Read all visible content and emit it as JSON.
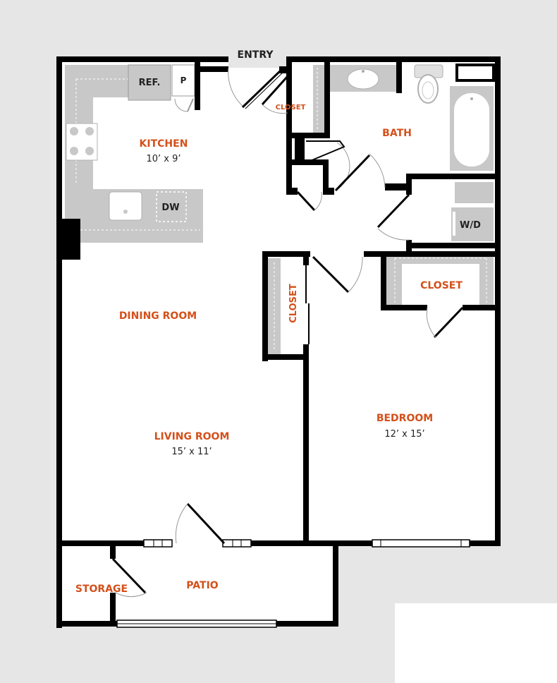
{
  "plan": {
    "entry": "ENTRY",
    "kitchen": {
      "name": "KITCHEN",
      "dims": "10’ x 9’"
    },
    "fixtures": {
      "ref": "REF.",
      "pantry": "P",
      "dw": "DW",
      "wd": "W/D"
    },
    "bath": "BATH",
    "closet_entry": "CLOSET",
    "closet_hall": "CLOSET",
    "closet_bedroom": "CLOSET",
    "dining": "DINING ROOM",
    "living": {
      "name": "LIVING ROOM",
      "dims": "15’ x  11’"
    },
    "bedroom": {
      "name": "BEDROOM",
      "dims": "12’ x 15’"
    },
    "storage": "STORAGE",
    "patio": "PATIO"
  },
  "colors": {
    "background": "#e6e6e6",
    "floor": "#ffffff",
    "wall": "#000000",
    "fixture": "#c8c8c8",
    "room_label": "#d4501b",
    "dim_text": "#222222"
  }
}
